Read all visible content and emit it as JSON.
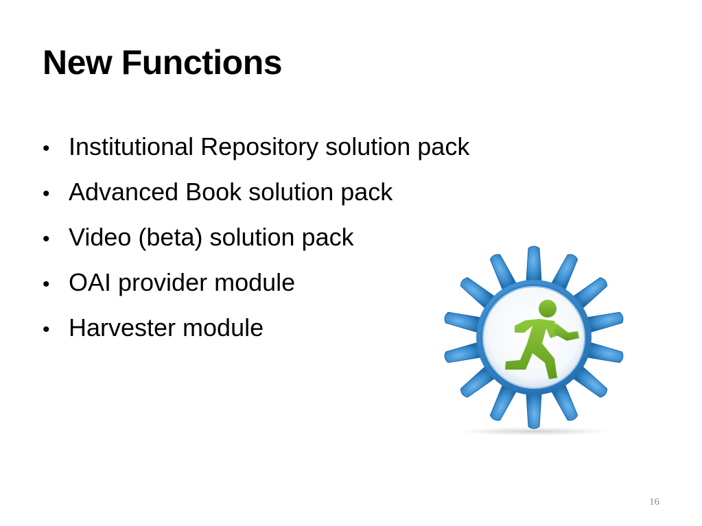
{
  "slide": {
    "title": "New Functions",
    "bullets": [
      "Institutional Repository solution pack",
      "Advanced Book solution pack",
      "Video (beta) solution pack",
      "OAI provider module",
      "Harvester module"
    ],
    "bullet_glyph": "•",
    "page_number": "16"
  },
  "graphic": {
    "icon": "running-man-gear-icon",
    "gear_color": "#3d8fd1",
    "gear_dark": "#1f6aa8",
    "figure_color": "#72b026"
  }
}
